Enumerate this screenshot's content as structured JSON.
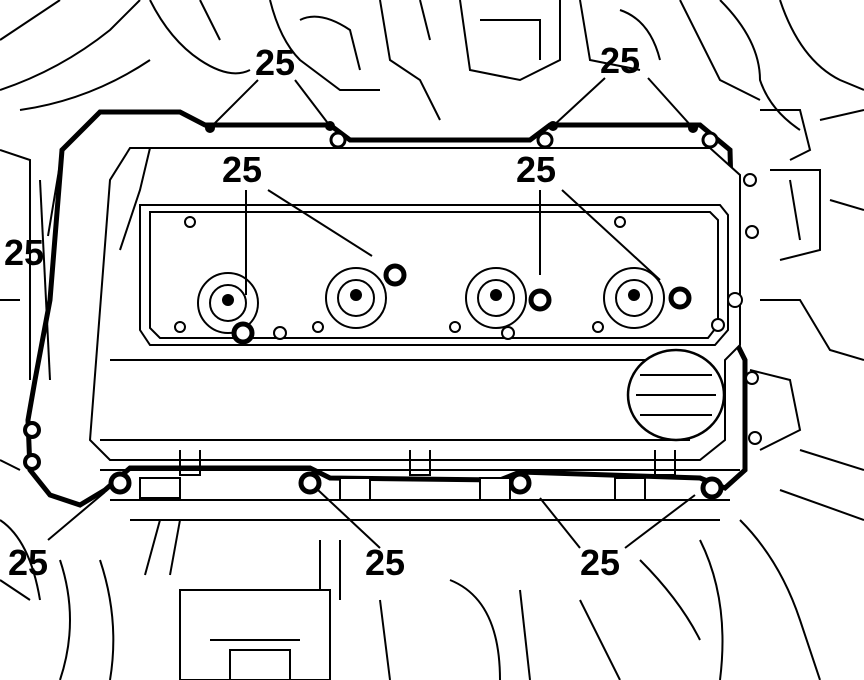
{
  "diagram": {
    "callouts": [
      {
        "label": "25",
        "id": "top-left"
      },
      {
        "label": "25",
        "id": "top-right"
      },
      {
        "label": "25",
        "id": "mid-left"
      },
      {
        "label": "25",
        "id": "mid-right"
      },
      {
        "label": "25",
        "id": "left-side"
      },
      {
        "label": "25",
        "id": "bottom-left"
      },
      {
        "label": "25",
        "id": "bottom-center"
      },
      {
        "label": "25",
        "id": "bottom-right"
      }
    ]
  }
}
